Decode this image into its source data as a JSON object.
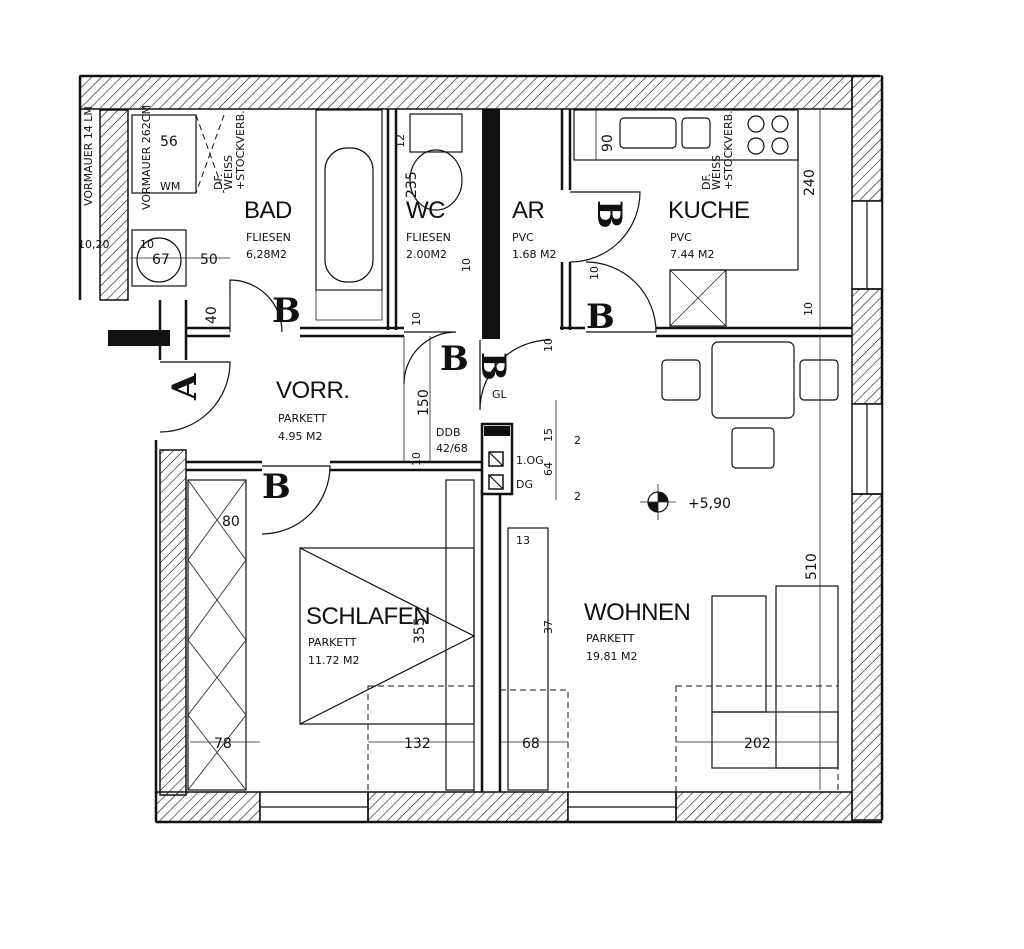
{
  "rooms": {
    "bad": {
      "name": "BAD",
      "floor": "FLIESEN",
      "area": "6,28M2"
    },
    "wc": {
      "name": "WC",
      "floor": "FLIESEN",
      "area": "2.00M2"
    },
    "ar": {
      "name": "AR",
      "floor": "PVC",
      "area": "1.68 M2"
    },
    "kuche": {
      "name": "KUCHE",
      "floor": "PVC",
      "area": "7.44 M2"
    },
    "vorr": {
      "name": "VORR.",
      "floor": "PARKETT",
      "area": "4.95 M2"
    },
    "schlafen": {
      "name": "SCHLAFEN",
      "floor": "PARKETT",
      "area": "11.72 M2"
    },
    "wohnen": {
      "name": "WOHNEN",
      "floor": "PARKETT",
      "area": "19.81 M2"
    }
  },
  "dimensions": {
    "d56": "56",
    "d67": "67",
    "d50": "50",
    "d40": "40",
    "d10a": "10",
    "d10b": "10",
    "d10c": "10",
    "d10d": "10",
    "d10e": "10",
    "d10f": "10",
    "d10g": "10",
    "d90": "90",
    "d240": "240",
    "d150": "150",
    "d510": "510",
    "d355": "355",
    "d80": "80",
    "d78": "78",
    "d132": "132",
    "d68": "68",
    "d202": "202",
    "d13": "13",
    "d37": "37",
    "d235": "235",
    "d1020": "10,20",
    "d12": "12"
  },
  "annotations": {
    "vormauer": "VORMAUER 262CM",
    "wm": "WM",
    "df_left": "DF.",
    "weiss_left": "WEISS",
    "stock_left": "+STOCKVERB.",
    "df_right": "DF.",
    "weiss_right": "WEISS",
    "stock_right": "+STOCKVERB.",
    "gl": "GL",
    "ddb": "DDB",
    "ddb_size": "42/68",
    "og": "1.OG",
    "dg": "DG",
    "elevation": "+5,90",
    "two_a": "2",
    "two_b": "2",
    "sixfour": "64",
    "fifteen": "15",
    "top_left": "VORMAUER 14 LM"
  },
  "doors": {
    "label": "B"
  }
}
